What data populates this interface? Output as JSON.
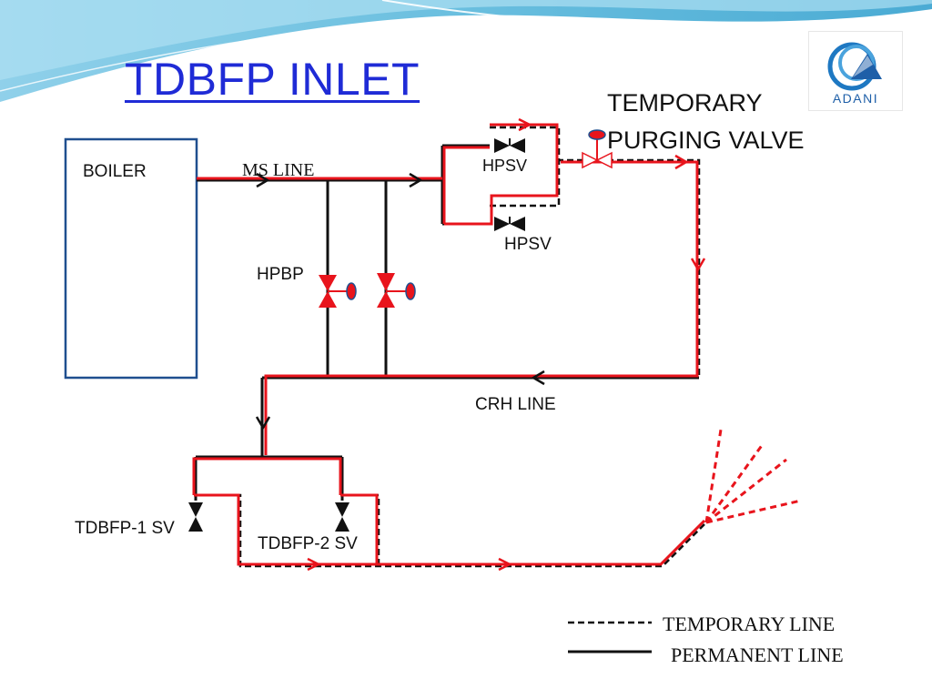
{
  "title": "TDBFP INLET",
  "logo": {
    "text": "ADANI"
  },
  "labels": {
    "boiler": "BOILER",
    "ms_line": "MS LINE",
    "hpsv_top": "HPSV",
    "hpsv_bottom": "HPSV",
    "hpbp": "HPBP",
    "temp_valve_1": "TEMPORARY",
    "temp_valve_2": "PURGING VALVE",
    "crh_line": "CRH LINE",
    "tdbfp1": "TDBFP-1 SV",
    "tdbfp2": "TDBFP-2 SV"
  },
  "legend": {
    "temporary": "TEMPORARY LINE",
    "permanent": "PERMANENT LINE"
  },
  "colors": {
    "title": "#1f2bd6",
    "flow_red": "#e8141c",
    "line_black": "#111111",
    "boiler_border": "#1f4f8f",
    "wave_top": "#5bb8dc"
  }
}
